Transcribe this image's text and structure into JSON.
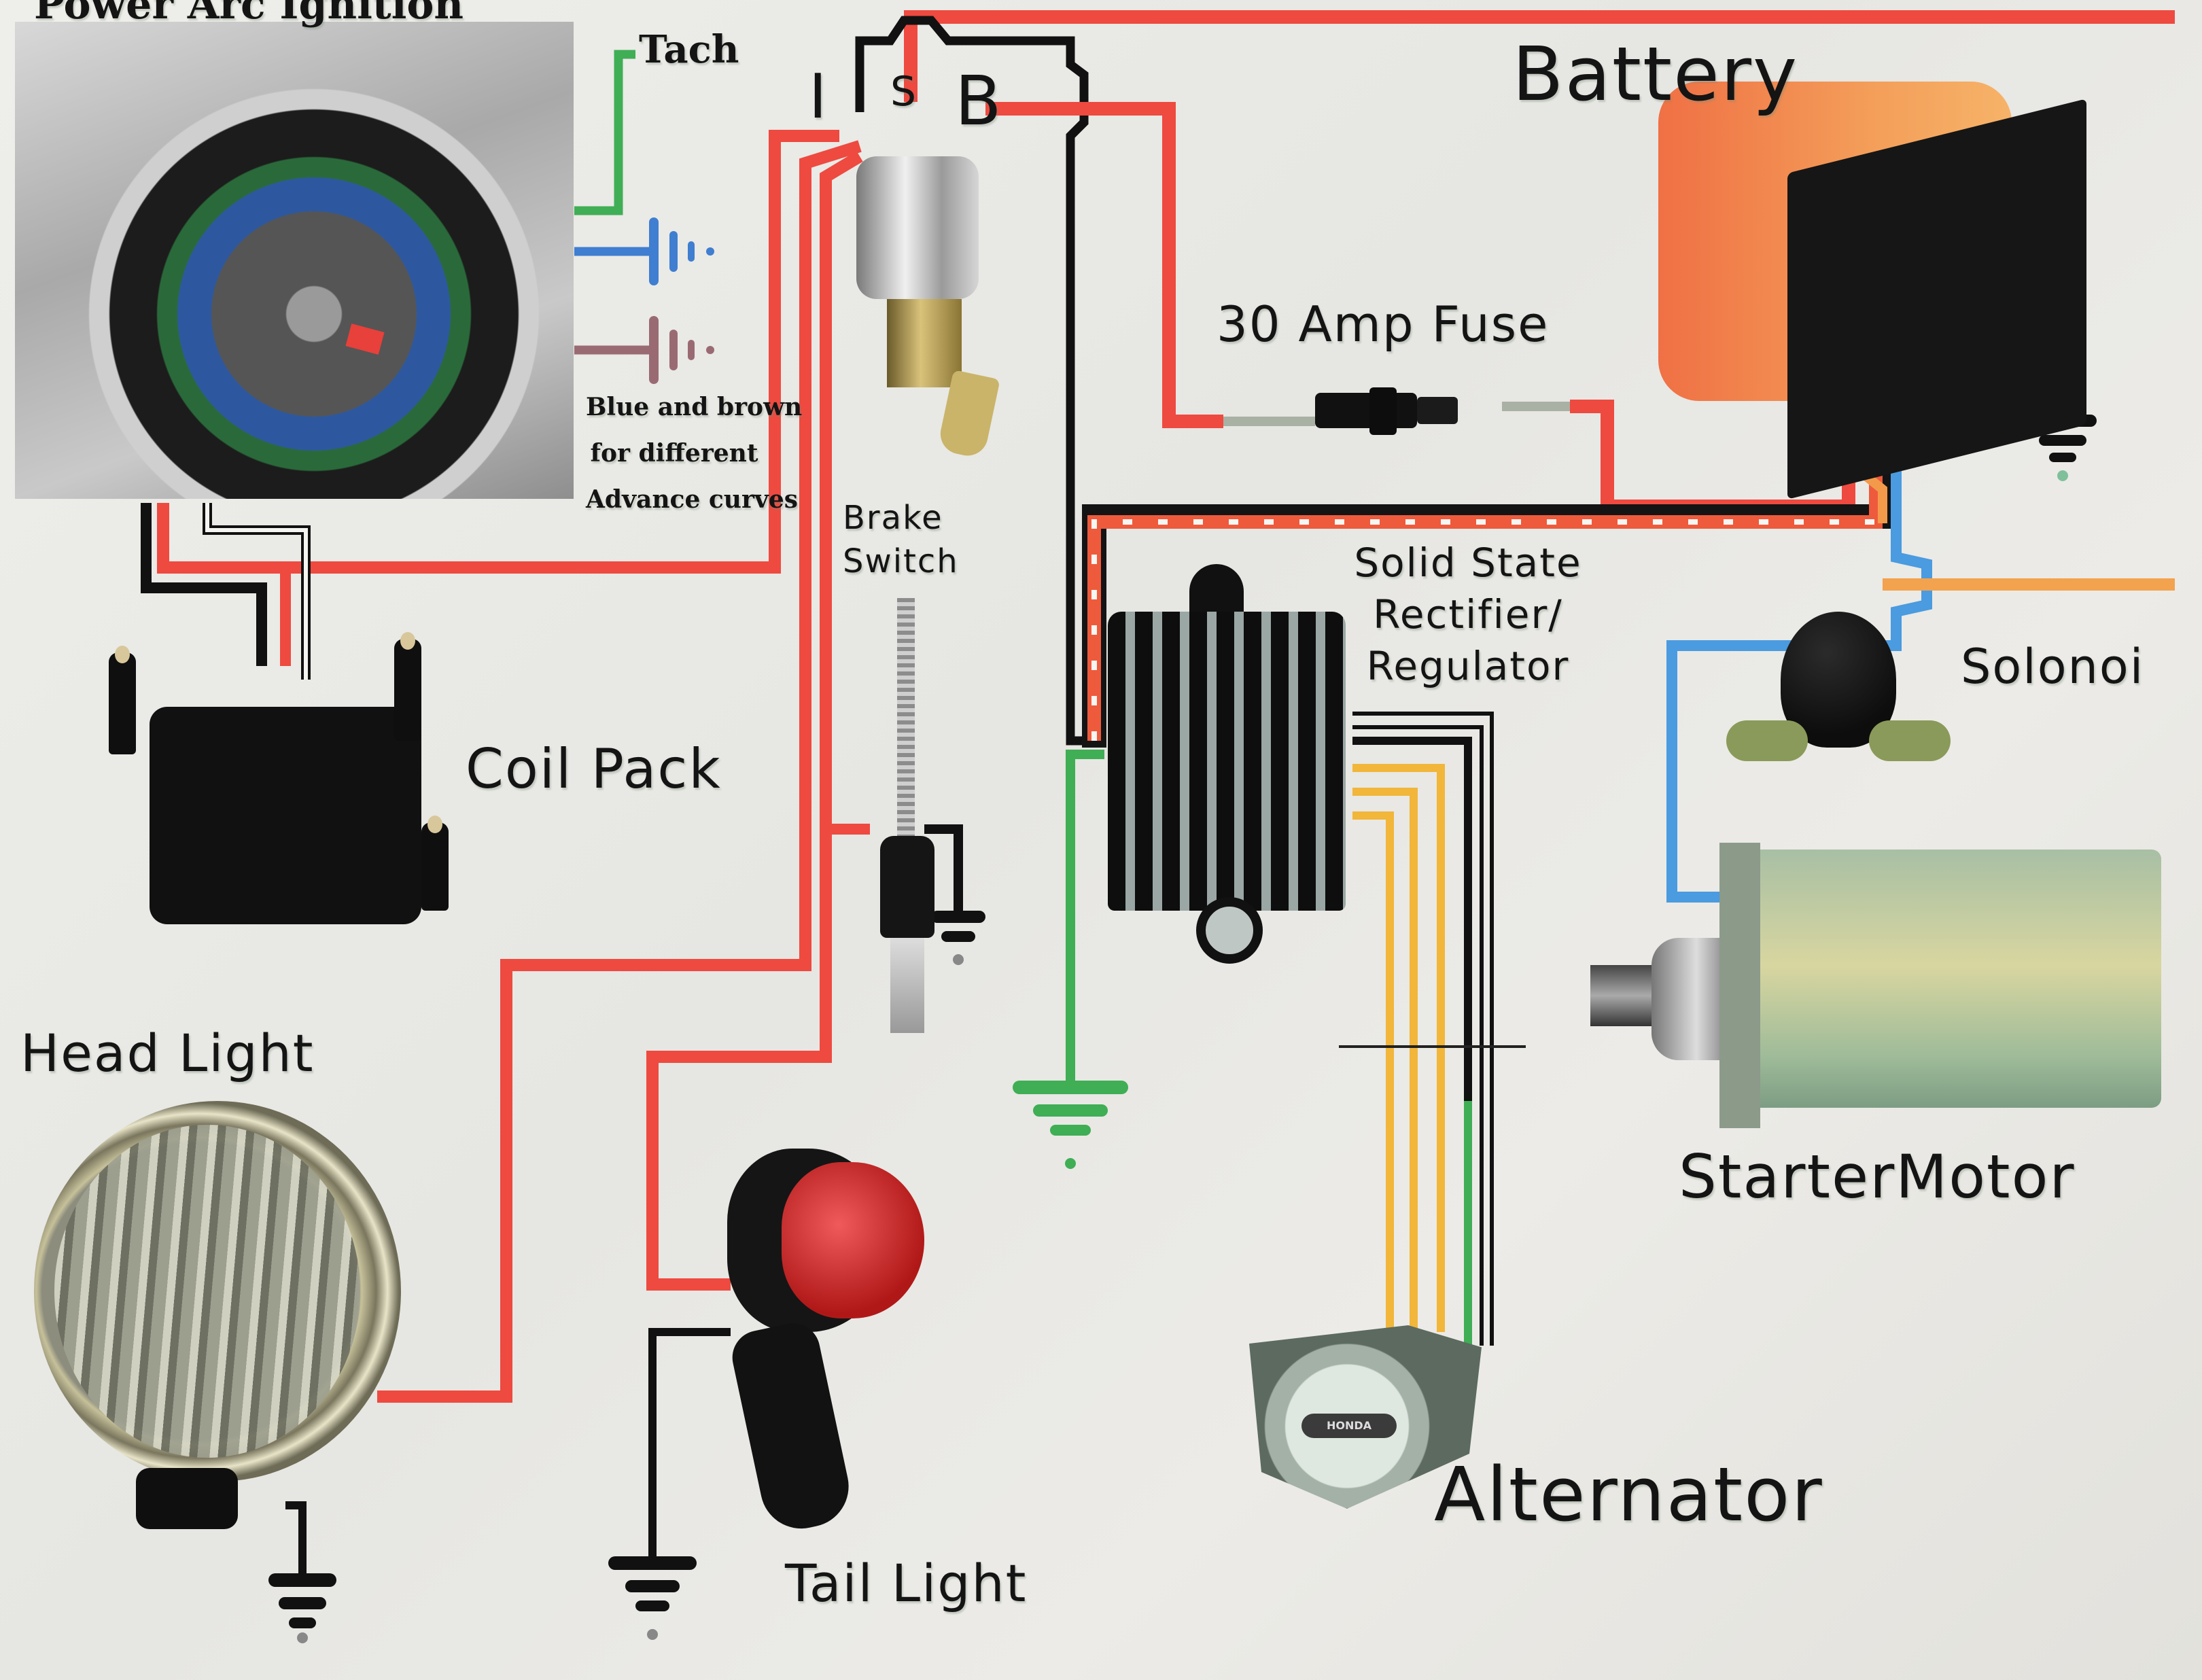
{
  "diagram": {
    "title": "Power Arc Ignition",
    "type": "motorcycle wiring diagram",
    "components": {
      "ignition_pickup": {
        "label": "Power Arc Ignition"
      },
      "tach": {
        "label": "Tach"
      },
      "advance_note": {
        "lines": [
          "Blue and brown",
          "for different",
          "Advance curves"
        ]
      },
      "ignition_switch": {
        "terminals": [
          "I",
          "S",
          "B"
        ]
      },
      "battery": {
        "label": "Battery"
      },
      "fuse": {
        "label": "30 Amp Fuse"
      },
      "brake_switch": {
        "lines": [
          "Brake",
          "Switch"
        ]
      },
      "regulator": {
        "lines": [
          "Solid State",
          "Rectifier/",
          "Regulator"
        ]
      },
      "solenoid": {
        "label": "Solonoi"
      },
      "coil_pack": {
        "label": "Coil Pack"
      },
      "head_light": {
        "label": "Head Light"
      },
      "tail_light": {
        "label": "Tail Light"
      },
      "starter_motor": {
        "label": "StarterMotor"
      },
      "alternator": {
        "label": "Alternator",
        "badge": "HONDA"
      }
    },
    "wire_colors": {
      "power": "#ee4a40",
      "ground": "#141414",
      "tach": "#3fae55",
      "advance_blue": "#3f7ed0",
      "advance_brown": "#9a6a72",
      "starter": "#4a9be0",
      "alternator_ac": "#f1b63a",
      "battery_feed": "#f39a4a",
      "regulator_ground": "#3fae55"
    }
  }
}
